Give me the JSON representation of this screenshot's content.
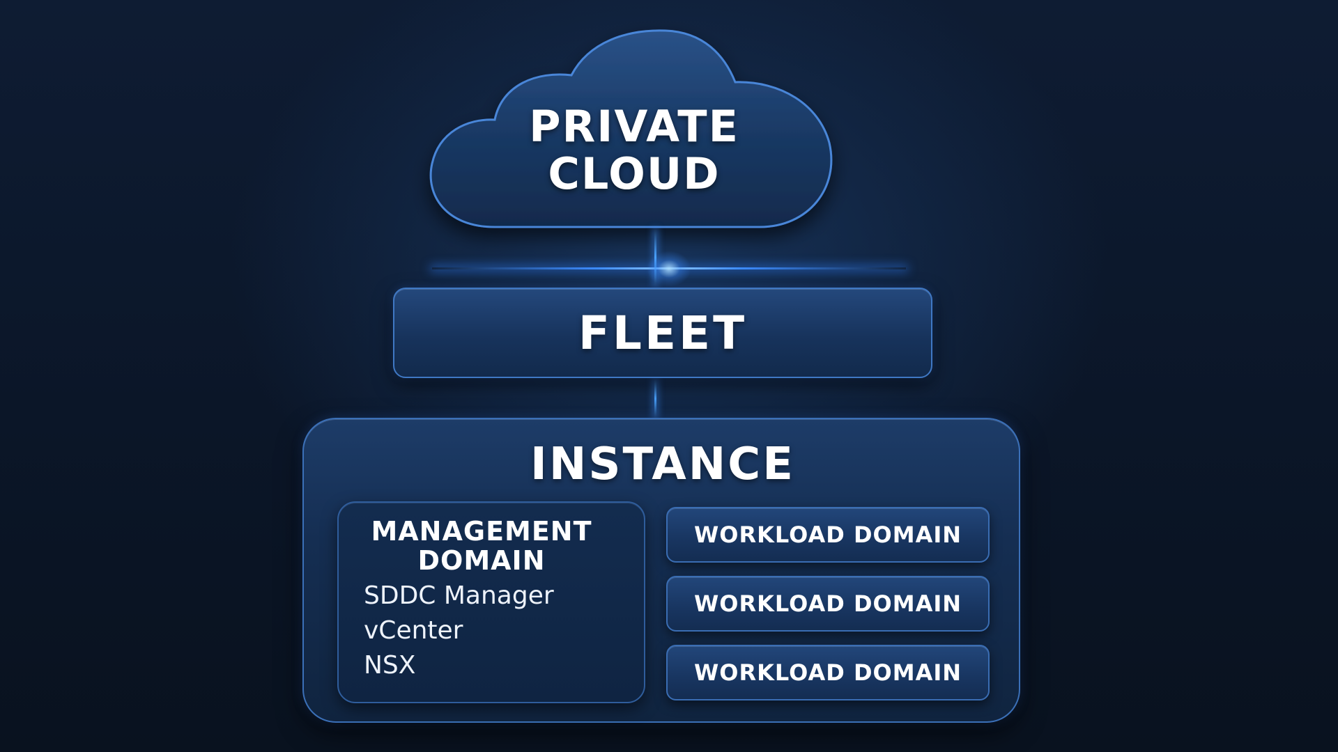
{
  "colors": {
    "background": "#0b1628",
    "box_fill": "#17335c",
    "box_border": "#3f78c4",
    "connector_glow": "#3d8cff",
    "text": "#ffffff"
  },
  "cloud": {
    "icon": "cloud-icon",
    "title_line1": "PRIVATE",
    "title_line2": "CLOUD"
  },
  "fleet": {
    "label": "FLEET"
  },
  "instance": {
    "title": "INSTANCE",
    "management_domain": {
      "title_line1": "MANAGEMENT",
      "title_line2": "DOMAIN",
      "items": [
        "SDDC Manager",
        "vCenter",
        "NSX"
      ]
    },
    "workload_domains": [
      "WORKLOAD DOMAIN",
      "WORKLOAD DOMAIN",
      "WORKLOAD DOMAIN"
    ]
  }
}
